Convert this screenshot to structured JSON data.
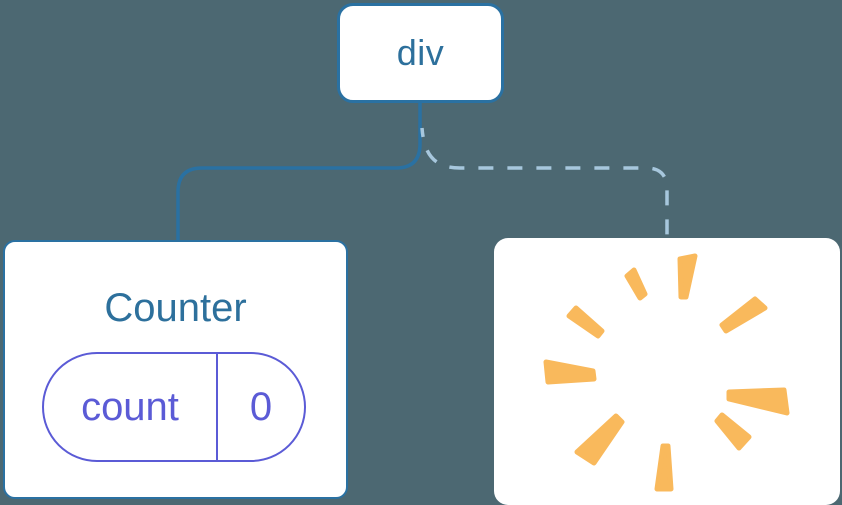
{
  "colors": {
    "background": "#4C6872",
    "node_fill": "#FFFFFF",
    "node_border": "#2A71A2",
    "node_text": "#2D709C",
    "state_accent": "#5B5BD6",
    "dashed_edge": "#A7C7DD",
    "poof_orange": "#F9B95C"
  },
  "tree": {
    "root": {
      "label": "div"
    },
    "counter": {
      "title": "Counter",
      "state": {
        "key": "count",
        "value": "0"
      }
    },
    "removed": {
      "icon": "poof-starburst"
    },
    "edges": [
      {
        "from": "div",
        "to": "Counter",
        "style": "solid"
      },
      {
        "from": "div",
        "to": "removed-subtree",
        "style": "dashed"
      }
    ]
  }
}
